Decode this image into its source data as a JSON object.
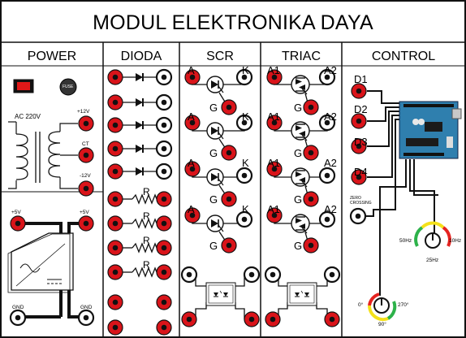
{
  "title": "MODUL ELEKTRONIKA DAYA",
  "sections": {
    "power": "POWER",
    "dioda": "DIODA",
    "scr": "SCR",
    "triac": "TRIAC",
    "control": "CONTROL"
  },
  "power": {
    "ac_label": "AC 220V",
    "plus12_label": "+12V",
    "ct_label": "CT",
    "minus12_label": "-12V",
    "plus5_left_label": "+5V",
    "plus5_right_label": "+5V",
    "gnd_left_label": "GND",
    "gnd_right_label": "GND",
    "fuse_label": "FUSE"
  },
  "dioda": {
    "resistor_label": "R"
  },
  "scr": {
    "anode_label": "A",
    "cathode_label": "K",
    "gate_label": "G"
  },
  "triac": {
    "a1_label": "A1",
    "a2_label": "A2",
    "gate_label": "G"
  },
  "control": {
    "outputs": [
      "D1",
      "D2",
      "D3",
      "D4"
    ],
    "zero_crossing_label": "ZERO\nCROSSING",
    "freq_knob": {
      "min_label": "50Hz",
      "max_label": "10Hz",
      "bottom_label": "25Hz"
    },
    "phase_knob": {
      "min_label": "0°",
      "max_label": "270°",
      "bottom_label": "90°"
    }
  },
  "colors": {
    "jack_red": "#d9141a",
    "jack_white": "#ffffff",
    "switch_red": "#e01818",
    "arduino_blue": "#2f7fae",
    "arc_green": "#2db24a",
    "arc_yellow": "#f4e11a",
    "arc_red": "#e52320"
  }
}
